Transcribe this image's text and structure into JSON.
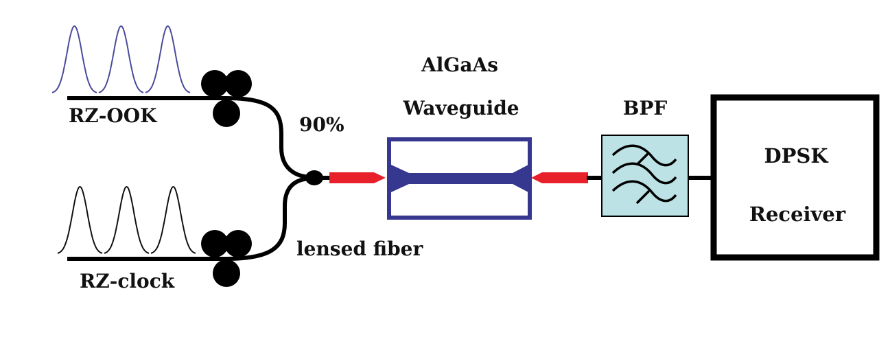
{
  "labels": {
    "input_signal": "RZ-OOK",
    "clock_signal": "RZ-clock",
    "coupling_ratio": "90%",
    "lensed_fiber": "lensed fiber",
    "waveguide_line1": "AlGaAs",
    "waveguide_line2": "Waveguide",
    "filter": "BPF",
    "receiver_line1": "DPSK",
    "receiver_line2": "Receiver"
  },
  "colors": {
    "signal_pulses": "#4b4a9a",
    "clock_pulses": "#111111",
    "fiber": "#000000",
    "waveguide": "#36378f",
    "lensed_fiber_tip": "#e8202a",
    "filter_fill": "#bce2e6",
    "receiver_border": "#000000"
  },
  "pulses": {
    "signal_count": 3,
    "clock_count": 3
  }
}
